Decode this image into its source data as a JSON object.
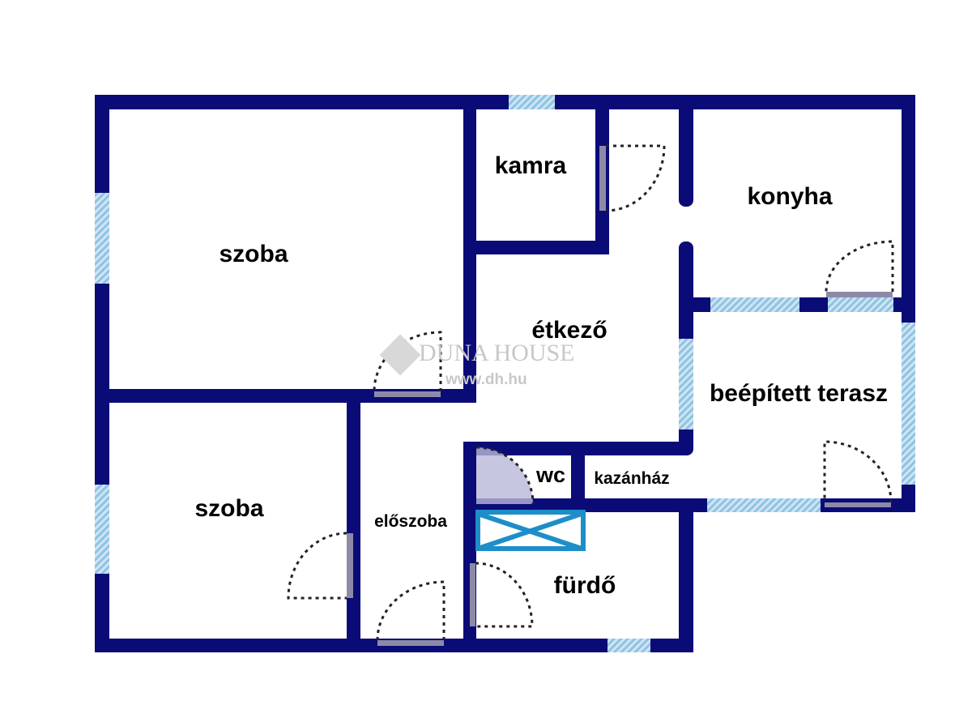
{
  "rooms": {
    "szoba_1": "szoba",
    "szoba_2": "szoba",
    "kamra": "kamra",
    "konyha": "konyha",
    "etkezo": "étkező",
    "terasz": "beépített terasz",
    "wc": "wc",
    "kazanhaz": "kazánház",
    "eloszoba": "előszoba",
    "furdo": "fürdő"
  },
  "watermark": {
    "brand": "DUNA HOUSE",
    "url": "www.dh.hu"
  },
  "colors": {
    "wall": "#0b0b78",
    "window": "#8fc3e3",
    "shower": "#1e8ec8"
  }
}
